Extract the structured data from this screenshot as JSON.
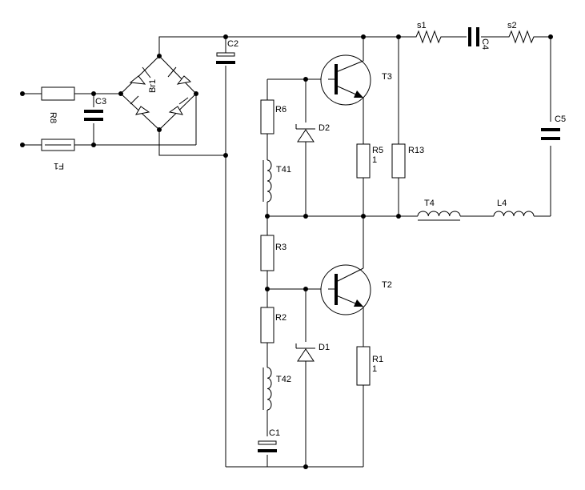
{
  "labels": {
    "R8": "R8",
    "C3": "C3",
    "F1": "F1",
    "Br1": "Br1",
    "C2": "C2",
    "R6": "R6",
    "D2": "D2",
    "T41": "T41",
    "T3": "T3",
    "R5": "R5",
    "R5_val": "1",
    "R13": "R13",
    "s1": "s1",
    "C4": "C4",
    "s2": "s2",
    "C5": "C5",
    "T4": "T4",
    "L4": "L4",
    "R3": "R3",
    "T2": "T2",
    "R2": "R2",
    "D1": "D1",
    "R1": "R1",
    "R1_val": "1",
    "T42": "T42",
    "C1": "C1"
  }
}
